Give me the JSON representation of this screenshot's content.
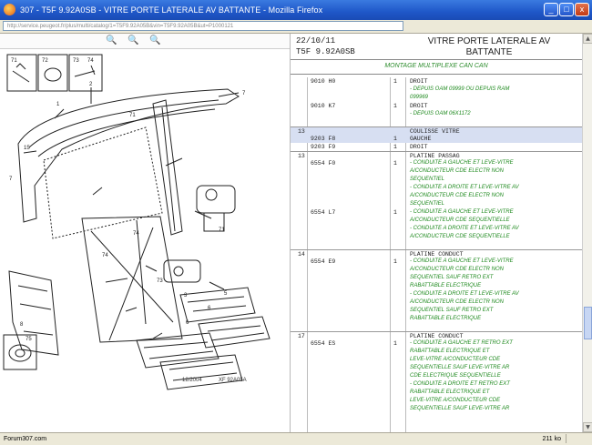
{
  "window": {
    "title": "307 - T5F 9.92A0SB - VITRE PORTE LATERALE AV BATTANTE - Mozilla Firefox",
    "minimize": "_",
    "maximize": "□",
    "close": "x"
  },
  "address": {
    "url": "http://service.peugeot.fr/plus/multi/catalog/1=T5F9.92A05B&vin=T5F9.92A05B&ut=P1000121"
  },
  "diagram": {
    "callouts": [
      "71",
      "72",
      "73",
      "74",
      "7",
      "2",
      "1",
      "15",
      "7",
      "3",
      "5",
      "6",
      "8",
      "75",
      "71",
      "73",
      "74",
      "71",
      "74",
      "6"
    ],
    "date_stamp": "12/2004",
    "ref_stamp": "XF 92A05A"
  },
  "parts": {
    "header": {
      "date": "22/10/11",
      "ref": "T5F 9.92A0SB",
      "title_line1": "VITRE PORTE LATERALE AV",
      "title_line2": "BATTANTE"
    },
    "subtitle": "MONTAGE MULTIPLEXE CAN CAN",
    "rows": [
      {
        "idx": "",
        "code": "9010 H0",
        "qty": "1",
        "desc": "DROIT",
        "cls": ""
      },
      {
        "idx": "",
        "code": "",
        "qty": "",
        "desc": "- DEPUIS OAM 09999 OU DEPUIS RAM",
        "cls": "green"
      },
      {
        "idx": "",
        "code": "",
        "qty": "",
        "desc": "099969",
        "cls": "green"
      },
      {
        "idx": "",
        "code": "9010 K7",
        "qty": "1",
        "desc": "DROIT",
        "cls": ""
      },
      {
        "idx": "",
        "code": "",
        "qty": "",
        "desc": "- DEPUIS OAM 06X1172",
        "cls": "green"
      },
      {
        "idx": "",
        "code": "",
        "qty": "",
        "desc": "",
        "cls": ""
      },
      {
        "idx": "13",
        "code": "",
        "qty": "",
        "desc": "COULISSE VITRE",
        "cls": "hl sep"
      },
      {
        "idx": "",
        "code": "9203 F8",
        "qty": "1",
        "desc": "GAUCHE",
        "cls": "hl"
      },
      {
        "idx": "",
        "code": "9203 F9",
        "qty": "1",
        "desc": "DROIT",
        "cls": ""
      },
      {
        "idx": "13",
        "code": "",
        "qty": "",
        "desc": "PLATINE PASSAG",
        "cls": "sep"
      },
      {
        "idx": "",
        "code": "6554 F0",
        "qty": "1",
        "desc": "- CONDUITE A GAUCHE ET LEVE-VITRE",
        "cls": "green"
      },
      {
        "idx": "",
        "code": "",
        "qty": "",
        "desc": "A/CONDUCTEUR CDE ELECTR NON",
        "cls": "green"
      },
      {
        "idx": "",
        "code": "",
        "qty": "",
        "desc": "SEQUENTIEL",
        "cls": "green"
      },
      {
        "idx": "",
        "code": "",
        "qty": "",
        "desc": "- CONDUITE A DROITE ET LEVE-VITRE AV",
        "cls": "green"
      },
      {
        "idx": "",
        "code": "",
        "qty": "",
        "desc": "A/CONDUCTEUR CDE ELECTR NON",
        "cls": "green"
      },
      {
        "idx": "",
        "code": "",
        "qty": "",
        "desc": "SEQUENTIEL",
        "cls": "green"
      },
      {
        "idx": "",
        "code": "6554 L7",
        "qty": "1",
        "desc": "- CONDUITE A GAUCHE ET LEVE-VITRE",
        "cls": "green"
      },
      {
        "idx": "",
        "code": "",
        "qty": "",
        "desc": "A/CONDUCTEUR CDE SEQUENTIELLE",
        "cls": "green"
      },
      {
        "idx": "",
        "code": "",
        "qty": "",
        "desc": "- CONDUITE A DROITE ET LEVE-VITRE AV",
        "cls": "green"
      },
      {
        "idx": "",
        "code": "",
        "qty": "",
        "desc": "A/CONDUCTEUR CDE SEQUENTIELLE",
        "cls": "green"
      },
      {
        "idx": "",
        "code": "",
        "qty": "",
        "desc": "",
        "cls": ""
      },
      {
        "idx": "14",
        "code": "",
        "qty": "",
        "desc": "PLATINE CONDUCT",
        "cls": "sep"
      },
      {
        "idx": "",
        "code": "6554 E9",
        "qty": "1",
        "desc": "- CONDUITE A GAUCHE ET LEVE-VITRE",
        "cls": "green"
      },
      {
        "idx": "",
        "code": "",
        "qty": "",
        "desc": "A/CONDUCTEUR CDE ELECTR NON",
        "cls": "green"
      },
      {
        "idx": "",
        "code": "",
        "qty": "",
        "desc": "SEQUENTIEL SAUF RETRO EXT",
        "cls": "green"
      },
      {
        "idx": "",
        "code": "",
        "qty": "",
        "desc": "RABATTABLE ELECTRIQUE",
        "cls": "green"
      },
      {
        "idx": "",
        "code": "",
        "qty": "",
        "desc": "- CONDUITE A DROITE ET LEVE-VITRE AV",
        "cls": "green"
      },
      {
        "idx": "",
        "code": "",
        "qty": "",
        "desc": "A/CONDUCTEUR CDE ELECTR NON",
        "cls": "green"
      },
      {
        "idx": "",
        "code": "",
        "qty": "",
        "desc": "SEQUENTIEL SAUF RETRO EXT",
        "cls": "green"
      },
      {
        "idx": "",
        "code": "",
        "qty": "",
        "desc": "RABATTABLE ELECTRIQUE",
        "cls": "green"
      },
      {
        "idx": "",
        "code": "",
        "qty": "",
        "desc": "",
        "cls": ""
      },
      {
        "idx": "17",
        "code": "",
        "qty": "",
        "desc": "PLATINE CONDUCT",
        "cls": "sep"
      },
      {
        "idx": "",
        "code": "6554 ES",
        "qty": "1",
        "desc": "- CONDUITE A GAUCHE ET RETRO EXT",
        "cls": "green"
      },
      {
        "idx": "",
        "code": "",
        "qty": "",
        "desc": "RABATTABLE ELECTRIQUE ET",
        "cls": "green"
      },
      {
        "idx": "",
        "code": "",
        "qty": "",
        "desc": "LEVE-VITRE A/CONDUCTEUR CDE",
        "cls": "green"
      },
      {
        "idx": "",
        "code": "",
        "qty": "",
        "desc": "SEQUENTIELLE SAUF LEVE-VITRE AR",
        "cls": "green"
      },
      {
        "idx": "",
        "code": "",
        "qty": "",
        "desc": "CDE ELECTRIQUE SEQUENTIELLE",
        "cls": "green"
      },
      {
        "idx": "",
        "code": "",
        "qty": "",
        "desc": "- CONDUITE A DROITE ET RETRO EXT",
        "cls": "green"
      },
      {
        "idx": "",
        "code": "",
        "qty": "",
        "desc": "RABATTABLE ELECTRIQUE ET",
        "cls": "green"
      },
      {
        "idx": "",
        "code": "",
        "qty": "",
        "desc": "LEVE-VITRE A/CONDUCTEUR CDE",
        "cls": "green"
      },
      {
        "idx": "",
        "code": "",
        "qty": "",
        "desc": "SEQUENTIELLE SAUF LEVE-VITRE AR",
        "cls": "green"
      }
    ]
  },
  "status": {
    "left": "Forum307.com",
    "right": "211 ko"
  }
}
